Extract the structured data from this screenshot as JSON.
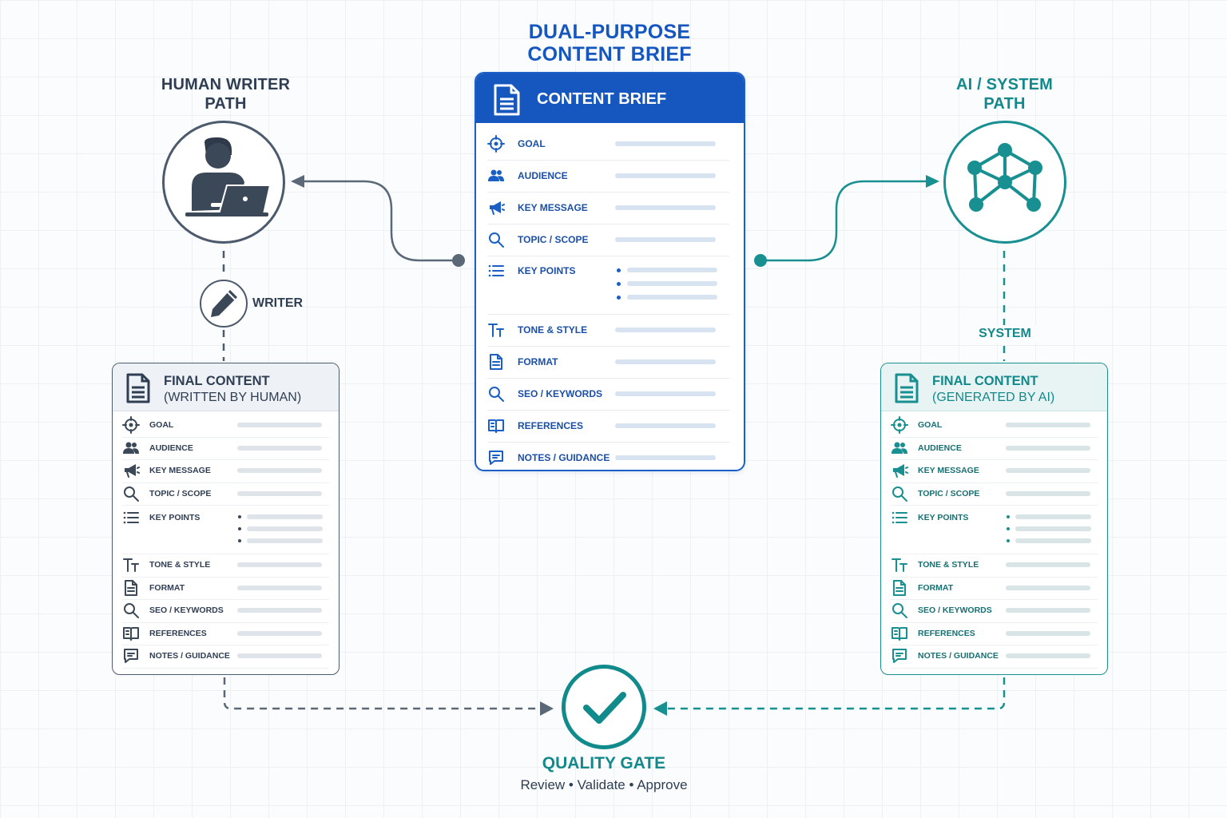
{
  "titles": {
    "main_line1": "DUAL-PURPOSE",
    "main_line2": "CONTENT BRIEF",
    "human_line1": "HUMAN WRITER",
    "human_line2": "PATH",
    "ai_line1": "AI / SYSTEM",
    "ai_line2": "PATH"
  },
  "brief": {
    "header": "CONTENT BRIEF",
    "rows": [
      {
        "label": "GOAL",
        "icon": "target-icon"
      },
      {
        "label": "AUDIENCE",
        "icon": "users-icon"
      },
      {
        "label": "KEY MESSAGE",
        "icon": "megaphone-icon"
      },
      {
        "label": "TOPIC / SCOPE",
        "icon": "search-icon"
      },
      {
        "label": "KEY POINTS",
        "icon": "list-icon"
      },
      {
        "label": "TONE & STYLE",
        "icon": "text-size-icon"
      },
      {
        "label": "FORMAT",
        "icon": "document-icon"
      },
      {
        "label": "SEO / KEYWORDS",
        "icon": "search-icon"
      },
      {
        "label": "REFERENCES",
        "icon": "book-icon"
      },
      {
        "label": "NOTES / GUIDANCE",
        "icon": "comment-icon"
      }
    ]
  },
  "writer_label": "WRITER",
  "system_label": "SYSTEM",
  "human_card": {
    "title": "FINAL CONTENT",
    "subtitle": "(WRITTEN BY HUMAN)",
    "rows": [
      {
        "label": "GOAL"
      },
      {
        "label": "AUDIENCE"
      },
      {
        "label": "KEY MESSAGE"
      },
      {
        "label": "TOPIC / SCOPE"
      },
      {
        "label": "KEY POINTS"
      },
      {
        "label": "TONE & STYLE"
      },
      {
        "label": "FORMAT"
      },
      {
        "label": "SEO / KEYWORDS"
      },
      {
        "label": "REFERENCES"
      },
      {
        "label": "NOTES / GUIDANCE"
      }
    ]
  },
  "ai_card": {
    "title": "FINAL CONTENT",
    "subtitle": "(GENERATED BY AI)",
    "rows": [
      {
        "label": "GOAL"
      },
      {
        "label": "AUDIENCE"
      },
      {
        "label": "KEY MESSAGE"
      },
      {
        "label": "TOPIC / SCOPE"
      },
      {
        "label": "KEY POINTS"
      },
      {
        "label": "TONE & STYLE"
      },
      {
        "label": "FORMAT"
      },
      {
        "label": "SEO / KEYWORDS"
      },
      {
        "label": "REFERENCES"
      },
      {
        "label": "NOTES / GUIDANCE"
      }
    ]
  },
  "quality_gate": {
    "title": "QUALITY GATE",
    "subtitle": "Review • Validate • Approve"
  },
  "colors": {
    "brief_blue": "#1656bf",
    "human_slate": "#4b5a6c",
    "ai_teal": "#188f90"
  }
}
